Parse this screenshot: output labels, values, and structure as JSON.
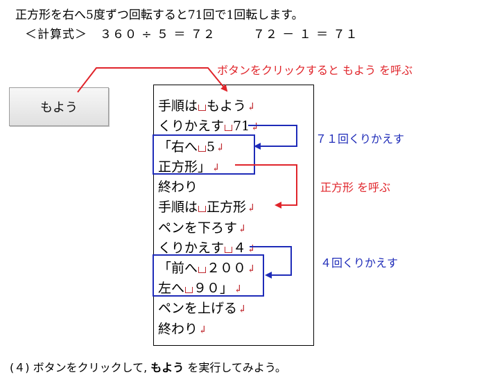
{
  "header": {
    "line1": "正方形を右へ5度ずつ回転すると71回で1回転します。",
    "line2": "＜計算式＞　３６０ ÷ ５ ＝ ７２　　　７２ － １ ＝ ７１"
  },
  "button": {
    "label": "もよう"
  },
  "program": {
    "lines": [
      {
        "a": "手順は",
        "space": true,
        "b": "もよう"
      },
      {
        "a": "くりかえす",
        "space": true,
        "b": "71"
      },
      {
        "a": "「右へ",
        "space": true,
        "b": "5"
      },
      {
        "a": "正方形」",
        "space": false,
        "b": ""
      },
      {
        "a": "終わり",
        "space": false,
        "b": "",
        "noreturn": true
      },
      {
        "a": "手順は",
        "space": true,
        "b": "正方形"
      },
      {
        "a": "ペンを下ろす",
        "space": false,
        "b": ""
      },
      {
        "a": "くりかえす",
        "space": true,
        "b": "４"
      },
      {
        "a": "「前へ",
        "space": true,
        "b": "２００"
      },
      {
        "a": "左へ",
        "space": true,
        "b": "９０」"
      },
      {
        "a": "ペンを上げる",
        "space": false,
        "b": ""
      },
      {
        "a": "終わり",
        "space": false,
        "b": ""
      }
    ],
    "return_mark": "↲"
  },
  "annotations": {
    "call_moyou": "ボタンをクリックすると もよう を呼ぶ",
    "repeat71": "７１回くりかえす",
    "call_square": "正方形 を呼ぶ",
    "repeat4": "４回くりかえす"
  },
  "footer": {
    "prefix": "(４) ボタンをクリックして, ",
    "bold": "もよう",
    "suffix": " を実行してみよう。"
  },
  "colors": {
    "red": "#e0242a",
    "blue": "#1e2bb8",
    "space_mark": "#c0282e"
  }
}
